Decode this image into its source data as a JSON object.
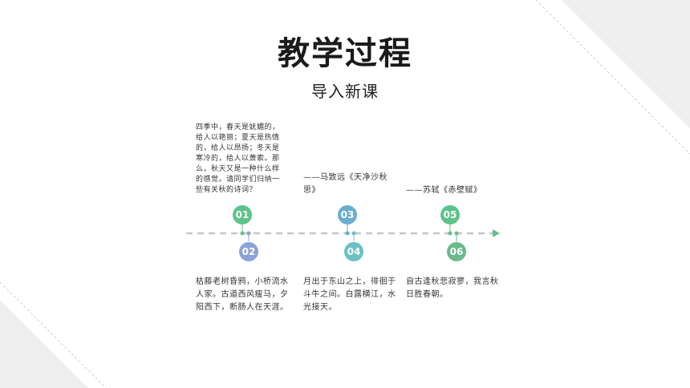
{
  "slide": {
    "title": "教学过程",
    "subtitle": "导入新课"
  },
  "timeline": {
    "intro_text": "四季中，春天是妩媚的，给人以艳丽；夏天是热情的，给人以昂扬；冬天是寒冷的，给人以萧索。那么，秋天又是一种什么样的感觉。请同学们归纳一些有关秋的诗词？",
    "quotes": [
      "——马致远《天净沙秋思》",
      "——苏轼《赤壁赋》"
    ],
    "poems": [
      "枯藤老树昏鸦，小桥流水人家。古道西风瘦马，夕阳西下，断肠人在天涯。",
      "月出于东山之上，徘徊于斗牛之间。白露横江，水光接天。",
      "自古逢秋悲寂寥，我言秋日胜春朝。"
    ],
    "markers": [
      {
        "label": "01",
        "color": "#5cc38a"
      },
      {
        "label": "02",
        "color": "#8aa4d8"
      },
      {
        "label": "03",
        "color": "#6aaed0"
      },
      {
        "label": "04",
        "color": "#6cc0c4"
      },
      {
        "label": "05",
        "color": "#5cc38a"
      },
      {
        "label": "06",
        "color": "#6aba8c"
      }
    ],
    "axis_color": "#c6c6c6",
    "arrow_color": "#5cc38a"
  }
}
